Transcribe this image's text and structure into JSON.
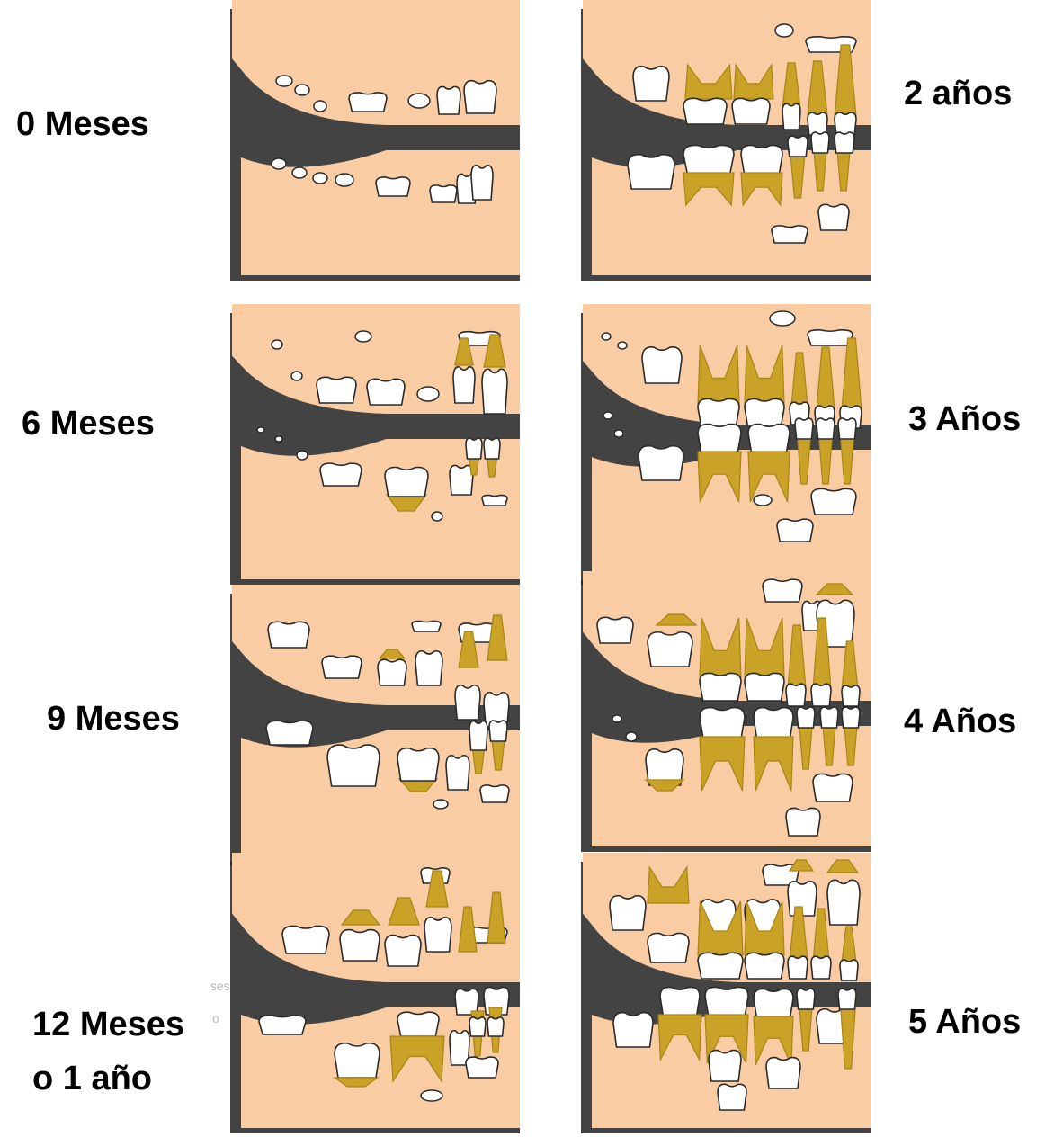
{
  "colors": {
    "gum": "#f9cca4",
    "crown": "#ffffff",
    "root": "#c9a227",
    "root_dark": "#a88414",
    "outline": "#2a2a2a",
    "shadow": "#222222",
    "background": "#ffffff"
  },
  "stages": [
    {
      "label": "0 Meses"
    },
    {
      "label": "6 Meses"
    },
    {
      "label": "9 Meses"
    },
    {
      "label": "12 Meses o 1 año",
      "line1": "12 Meses",
      "line2": "o 1 año"
    },
    {
      "label": "2 años"
    },
    {
      "label": "3 Años"
    },
    {
      "label": "4 Años"
    },
    {
      "label": "5 Años"
    }
  ],
  "stray_text": {
    "a": "ses",
    "b": "o"
  }
}
